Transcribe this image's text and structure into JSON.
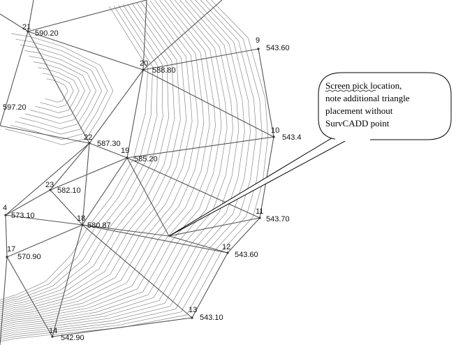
{
  "points": [
    {
      "id": "21",
      "elevation": "590.20"
    },
    {
      "id": "9",
      "elevation": "543.60"
    },
    {
      "id": "20",
      "elevation": "588.80"
    },
    {
      "id": "",
      "elevation": "597.20"
    },
    {
      "id": "10",
      "elevation": "543.4"
    },
    {
      "id": "22",
      "elevation": "587.30"
    },
    {
      "id": "19",
      "elevation": "585.20"
    },
    {
      "id": "23",
      "elevation": "582.10"
    },
    {
      "id": "4",
      "elevation": "573.10"
    },
    {
      "id": "18",
      "elevation": "580.87"
    },
    {
      "id": "11",
      "elevation": "543.70"
    },
    {
      "id": "17",
      "elevation": "570.90"
    },
    {
      "id": "12",
      "elevation": "543.60"
    },
    {
      "id": "13",
      "elevation": "543.10"
    },
    {
      "id": "14",
      "elevation": "542.90"
    }
  ],
  "callout": {
    "lines": [
      "Screen pick location,",
      "note additional triangle",
      "placement without",
      "SurvCADD point"
    ],
    "underline_word": "Screen pick"
  },
  "colors": {
    "tin": "#555555",
    "contour": "#8a8a8a",
    "text": "#111111"
  }
}
